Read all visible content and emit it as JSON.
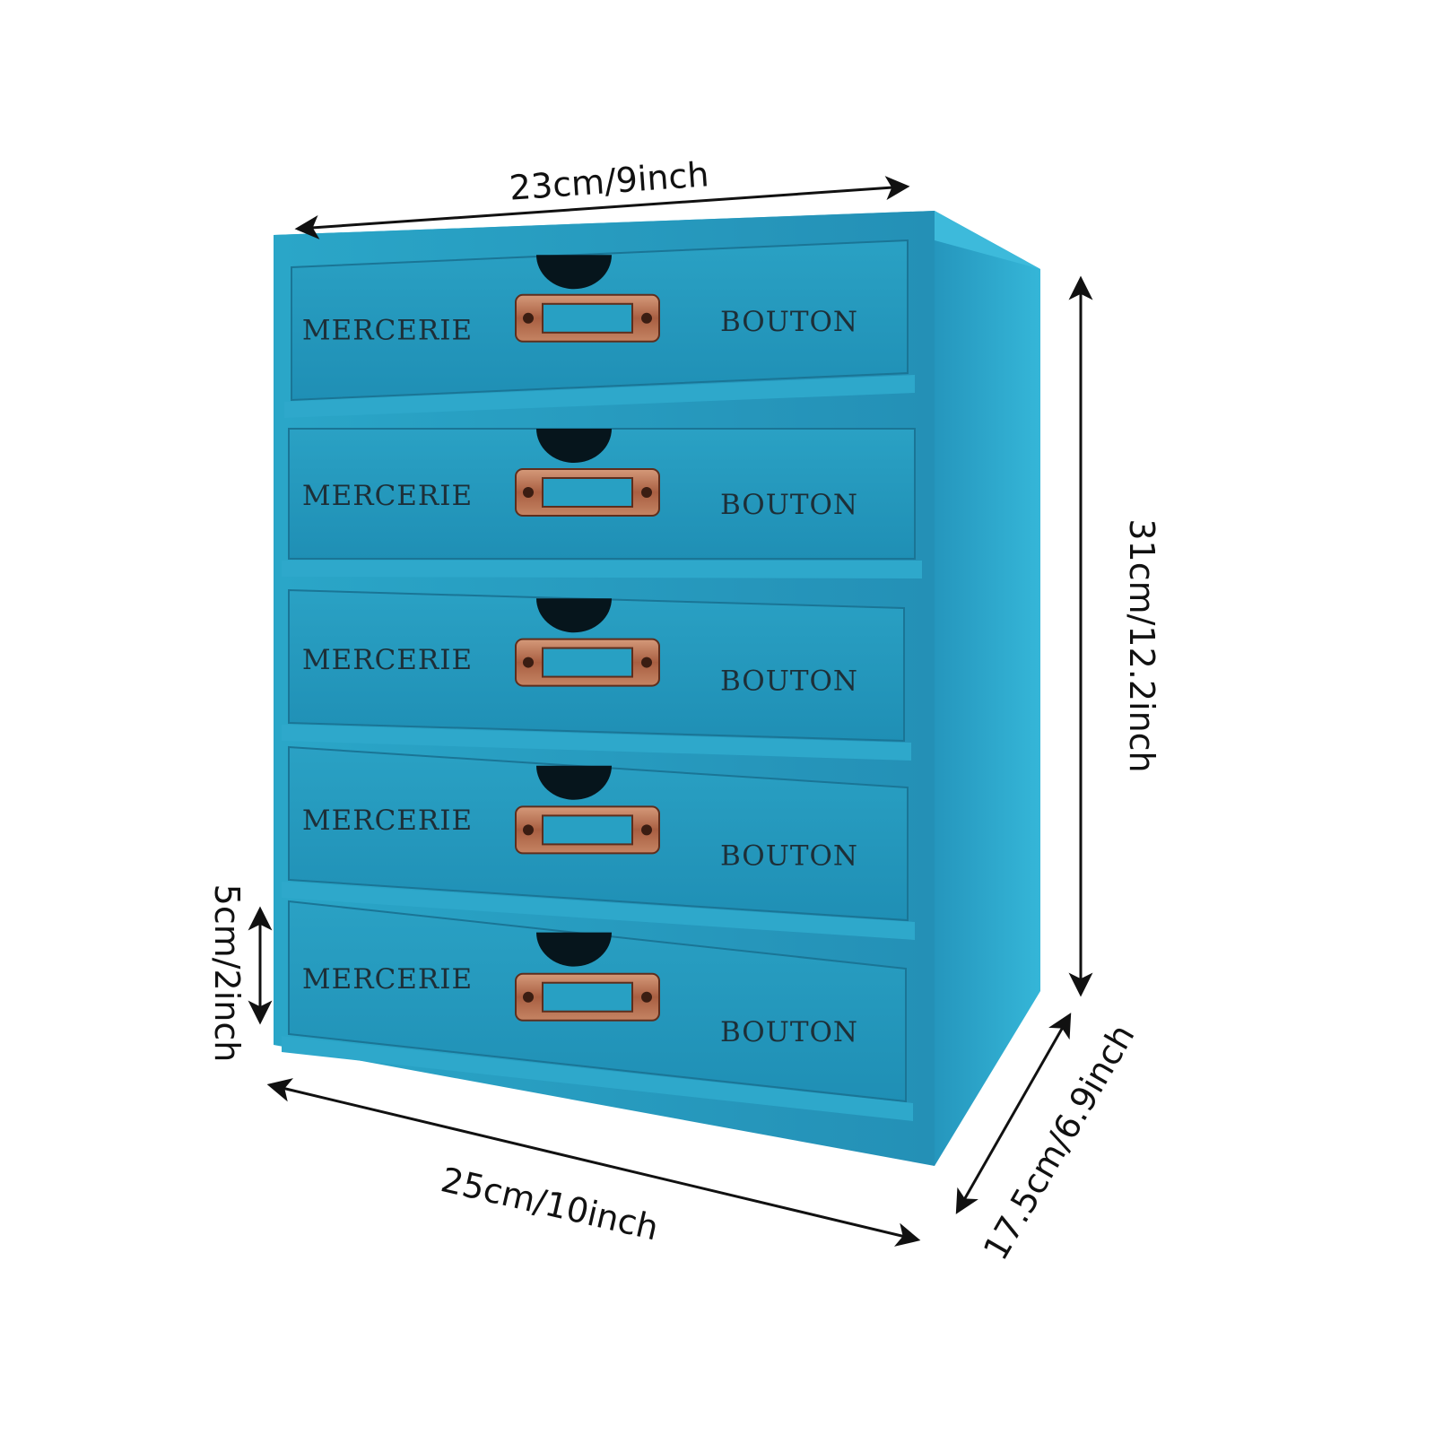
{
  "dimensions": {
    "top_width": "23cm/9inch",
    "height": "31cm/12.2inch",
    "drawer_height": "5cm/2inch",
    "bottom_width": "25cm/10inch",
    "depth": "17.5cm/6.9inch"
  },
  "drawer_labels": {
    "left": "MERCERIE",
    "right": "BOUTON"
  },
  "drawer_count": 5,
  "colors": {
    "wood_blue": "#2a9fc2",
    "wood_blue_dark": "#1d86a8",
    "side_panel": "#2fb0d3",
    "handle_copper": "#b06a4c",
    "arrow": "#111111",
    "background": "#ffffff"
  }
}
